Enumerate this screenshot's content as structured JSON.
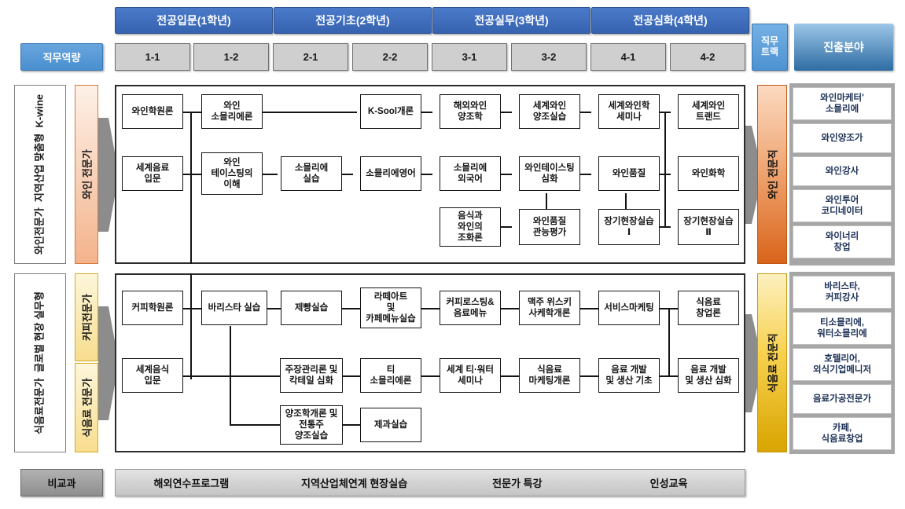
{
  "header": {
    "capability_label": "직무역량",
    "track_label": "직무\n트랙",
    "track_label_line1": "직무",
    "track_label_line2": "트랙",
    "career_label": "진출분야",
    "stages": [
      {
        "label": "전공입문(1학년)",
        "semesters": [
          "1-1",
          "1-2"
        ]
      },
      {
        "label": "전공기초(2학년)",
        "semesters": [
          "2-1",
          "2-2"
        ]
      },
      {
        "label": "전공실무(3학년)",
        "semesters": [
          "3-1",
          "3-2"
        ]
      },
      {
        "label": "전공심화(4학년)",
        "semesters": [
          "4-1",
          "4-2"
        ]
      }
    ]
  },
  "tracks": [
    {
      "id": "wine",
      "outer_label": "와인전문가\n지역산업 맞춤형\nK-wine",
      "outer_label_a": "와인전문가",
      "outer_label_b": "지역산업 맞춤형",
      "outer_label_c": "K-wine",
      "specialties": [
        "와인 전문가"
      ],
      "job_track": "와인\n전문직",
      "job_track_text": "와인 전문직",
      "accent": "#d9641a",
      "courses": [
        {
          "name": "와인학원론",
          "sem": "1-1",
          "row": 1
        },
        {
          "name": "와인\n소믈리에론",
          "sem": "1-2",
          "row": 1
        },
        {
          "name": "K-Sool개론",
          "sem": "2-2",
          "row": 1
        },
        {
          "name": "해외와인\n양조학",
          "sem": "3-1",
          "row": 1
        },
        {
          "name": "세계와인\n양조실습",
          "sem": "3-2",
          "row": 1
        },
        {
          "name": "세계와인학\n세미나",
          "sem": "4-1",
          "row": 1
        },
        {
          "name": "세계와인\n트랜드",
          "sem": "4-2",
          "row": 1
        },
        {
          "name": "세계음료\n입문",
          "sem": "1-1",
          "row": 2
        },
        {
          "name": "와인\n테이스팅의\n이해",
          "sem": "1-2",
          "row": 2
        },
        {
          "name": "소믈리에\n실습",
          "sem": "2-1",
          "row": 2
        },
        {
          "name": "소믈리에영어",
          "sem": "2-2",
          "row": 2
        },
        {
          "name": "소믈리에\n외국어",
          "sem": "3-1",
          "row": 2
        },
        {
          "name": "와인테이스팅\n심화",
          "sem": "3-2",
          "row": 2
        },
        {
          "name": "와인품질",
          "sem": "4-1",
          "row": 2
        },
        {
          "name": "와인화학",
          "sem": "4-2",
          "row": 2
        },
        {
          "name": "음식과\n와인의\n조화론",
          "sem": "3-1",
          "row": 3
        },
        {
          "name": "와인품질\n관능평가",
          "sem": "3-2",
          "row": 3
        },
        {
          "name": "장기현장실습\nⅠ",
          "sem": "4-1",
          "row": 3
        },
        {
          "name": "장기현장실습\nⅡ",
          "sem": "4-2",
          "row": 3
        }
      ],
      "careers": [
        "와인마케터'\n소믈리에",
        "와인양조가",
        "와인강사",
        "와인투어\n코디네이터",
        "와이너리\n창업"
      ]
    },
    {
      "id": "fb",
      "outer_label": "식음료전문가\n글로벌 현장 실무형",
      "outer_label_a": "식음료전문가",
      "outer_label_b": "글로벌 현장 실무형",
      "specialties": [
        "커피전문가",
        "식음료 전문가"
      ],
      "job_track": "식음료\n전문직",
      "job_track_text": "식음료 전문직",
      "accent": "#e8b400",
      "courses": [
        {
          "name": "커피학원론",
          "sem": "1-1",
          "row": 1
        },
        {
          "name": "바리스타 실습",
          "sem": "1-2",
          "row": 1
        },
        {
          "name": "제빵실습",
          "sem": "2-1",
          "row": 1
        },
        {
          "name": "라떼아트\n및\n카페메뉴실습",
          "sem": "2-2",
          "row": 1
        },
        {
          "name": "커피로스팅&\n음료메뉴",
          "sem": "3-1",
          "row": 1
        },
        {
          "name": "맥주 위스키\n사케학개론",
          "sem": "3-2",
          "row": 1
        },
        {
          "name": "서비스마케팅",
          "sem": "4-1",
          "row": 1
        },
        {
          "name": "식음료\n창업론",
          "sem": "4-2",
          "row": 1
        },
        {
          "name": "세계음식\n입문",
          "sem": "1-1",
          "row": 2
        },
        {
          "name": "주장관리론 및\n칵테일 심화",
          "sem": "2-1",
          "row": 2
        },
        {
          "name": "티\n소믈리에론",
          "sem": "2-2",
          "row": 2
        },
        {
          "name": "세계 티·워터\n세미나",
          "sem": "3-1",
          "row": 2
        },
        {
          "name": "식음료\n마케팅개론",
          "sem": "3-2",
          "row": 2
        },
        {
          "name": "음료 개발\n및 생산 기초",
          "sem": "4-1",
          "row": 2
        },
        {
          "name": "음료 개발\n및 생산 심화",
          "sem": "4-2",
          "row": 2
        },
        {
          "name": "양조학개론 및\n전통주\n양조실습",
          "sem": "2-1",
          "row": 3
        },
        {
          "name": "제과실습",
          "sem": "2-2",
          "row": 3
        }
      ],
      "careers": [
        "바리스타,\n커피강사",
        "티소믈리에,\n워터소믈리에",
        "호텔리어,\n외식기업메니저",
        "음료가공전문가",
        "카페,\n식음료창업"
      ]
    }
  ],
  "bottom": {
    "label": "비교과",
    "items": [
      "해외연수프로그램",
      "지역산업체연계 현장실습",
      "전문가 특강",
      "인성교육"
    ]
  },
  "colors": {
    "stage_blue": "#3663b0",
    "capability_blue": "#4a8fd0",
    "career_header_blue": "#2d6ca3",
    "wine_accent": "#d9641a",
    "fb_accent": "#e8b400",
    "semester_grey": "#cfcfcf",
    "career_panel_grey": "#a6a6a6"
  }
}
